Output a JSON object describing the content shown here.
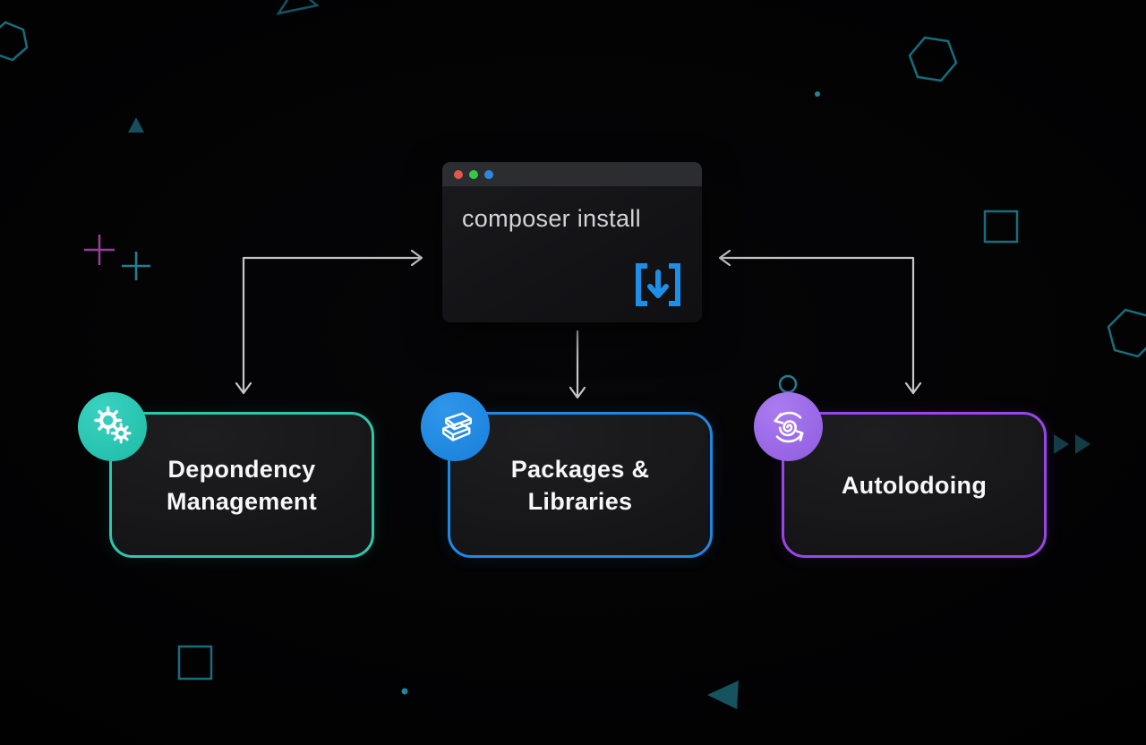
{
  "title": "composer install flow diagram",
  "terminal": {
    "command": "composer install",
    "traffic_lights": {
      "red": "#e2574c",
      "green": "#36c84b",
      "blue": "#2f87e0"
    },
    "download_icon": "bracket-download-icon",
    "download_icon_color": "#1e8fe6"
  },
  "arrows": {
    "color": "#c6c6c8",
    "connections": [
      "card-dependency-to-terminal",
      "terminal-to-card-packages",
      "card-autoloading-to-terminal"
    ]
  },
  "cards": [
    {
      "lines": [
        "Depondency",
        "Management"
      ],
      "accent": "#2cc7ab",
      "badge_color": "#23bfab",
      "icon": "gears-icon"
    },
    {
      "lines": [
        "Packages &",
        "Libraries"
      ],
      "accent": "#1e88e5",
      "badge_color": "#1c83dd",
      "icon": "books-stack-icon"
    },
    {
      "lines": [
        "Autolodoing"
      ],
      "accent": "#9c44ec",
      "badge_color": "#9460e2",
      "icon": "sync-spiral-icon"
    }
  ],
  "decor": {
    "outline_color": "#176d7d",
    "fill_color": "#15535f",
    "magenta": "#993d99",
    "bright_teal": "#1f8598",
    "shapes": [
      "hexagon-outline-top-left",
      "triangle-fill-top-left",
      "partial-triangle-top-center",
      "magenta-plus",
      "teal-plus",
      "hexagon-outline-top-right",
      "teal-dot-top-right",
      "square-outline-top-right",
      "hexagon-outline-right-edge",
      "circle-outline-above-badge",
      "chevron-triangles-row",
      "square-outline-bottom-left",
      "teal-dot-bottom",
      "triangle-fill-bottom-right"
    ]
  }
}
